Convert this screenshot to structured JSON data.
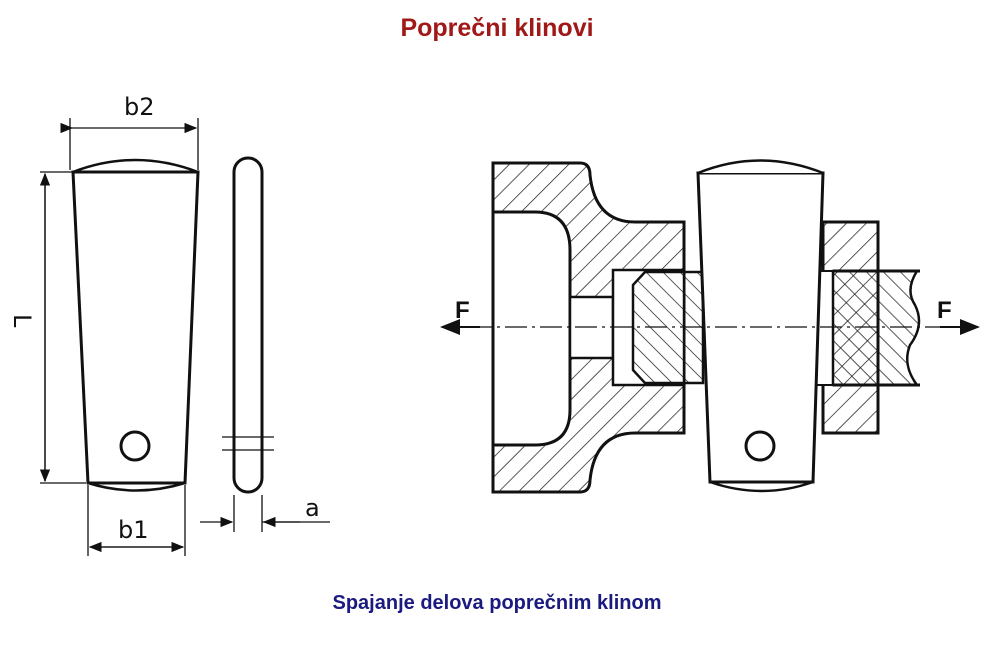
{
  "title": "Poprečni klinovi",
  "subtitle": "Spajanje delova poprečnim klinom",
  "labels": {
    "b2": "b2",
    "L": "L",
    "b1": "b1",
    "a": "a",
    "F_left": "F",
    "F_right": "F"
  }
}
